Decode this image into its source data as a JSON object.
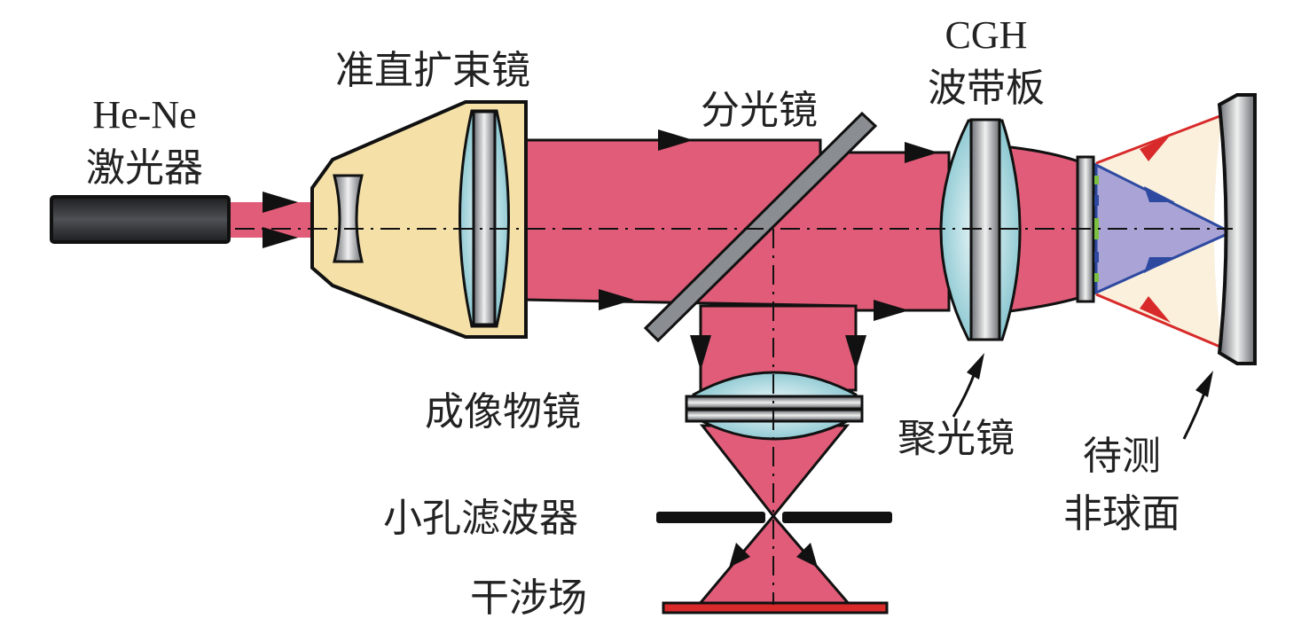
{
  "labels": {
    "laser_line1": "He-Ne",
    "laser_line2": "激光器",
    "expander": "准直扩束镜",
    "beam_splitter": "分光镜",
    "cgh_line1": "CGH",
    "cgh_line2": "波带板",
    "imaging_lens": "成像物镜",
    "condenser": "聚光镜",
    "asphere_line1": "待测",
    "asphere_line2": "非球面",
    "pinhole": "小孔滤波器",
    "interference": "干涉场"
  },
  "colors": {
    "beam": "#e15c78",
    "housing": "#f5e1a8",
    "glass": "#a9d8e0",
    "metal": "#8a8d92",
    "blue_ray": "#2e4aa0",
    "red_ray": "#d82a2a",
    "blue_cone": "#a9a3d6",
    "beige_cone": "#faf0dc"
  }
}
